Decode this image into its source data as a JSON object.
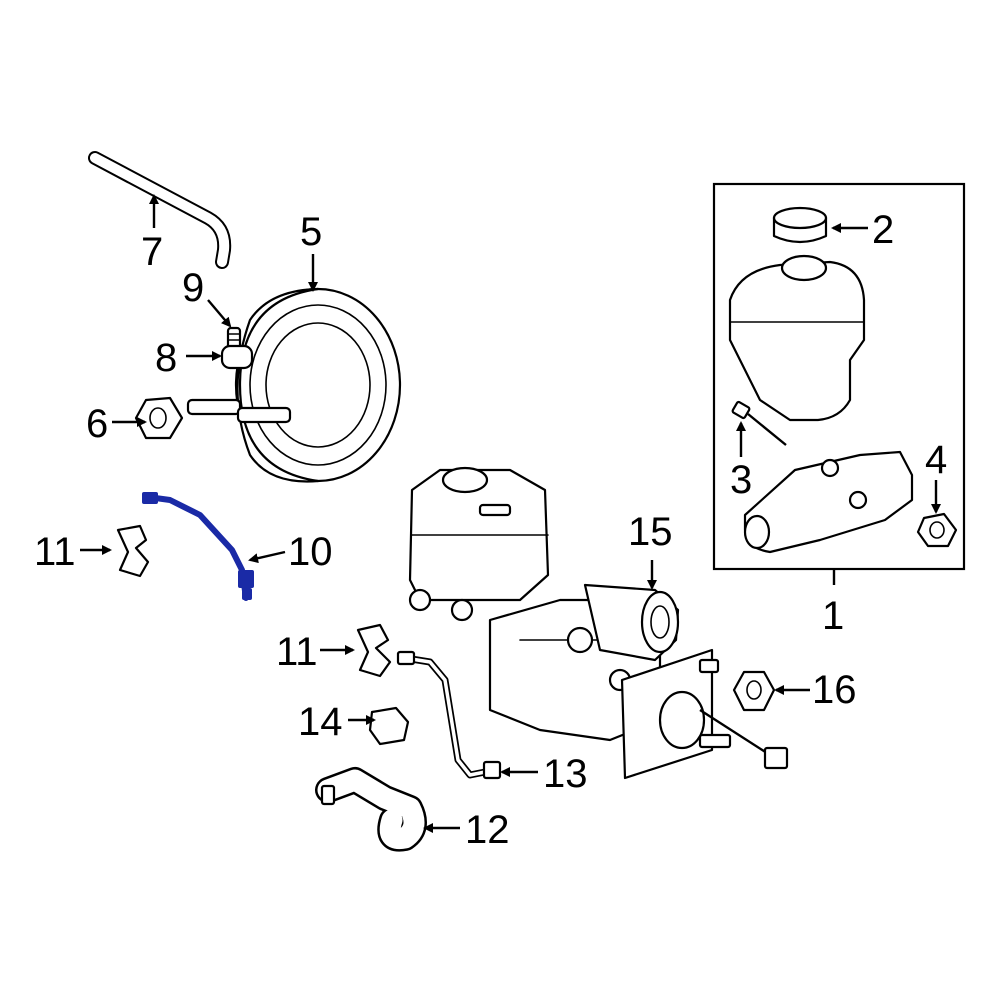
{
  "colors": {
    "background": "#ffffff",
    "line": "#000000",
    "highlight": "#1a2aa6"
  },
  "callouts": {
    "c1": "1",
    "c2": "2",
    "c3": "3",
    "c4": "4",
    "c5": "5",
    "c6": "6",
    "c7": "7",
    "c8": "8",
    "c9": "9",
    "c10": "10",
    "c11a": "11",
    "c11b": "11",
    "c12": "12",
    "c13": "13",
    "c14": "14",
    "c15": "15",
    "c16": "16"
  }
}
